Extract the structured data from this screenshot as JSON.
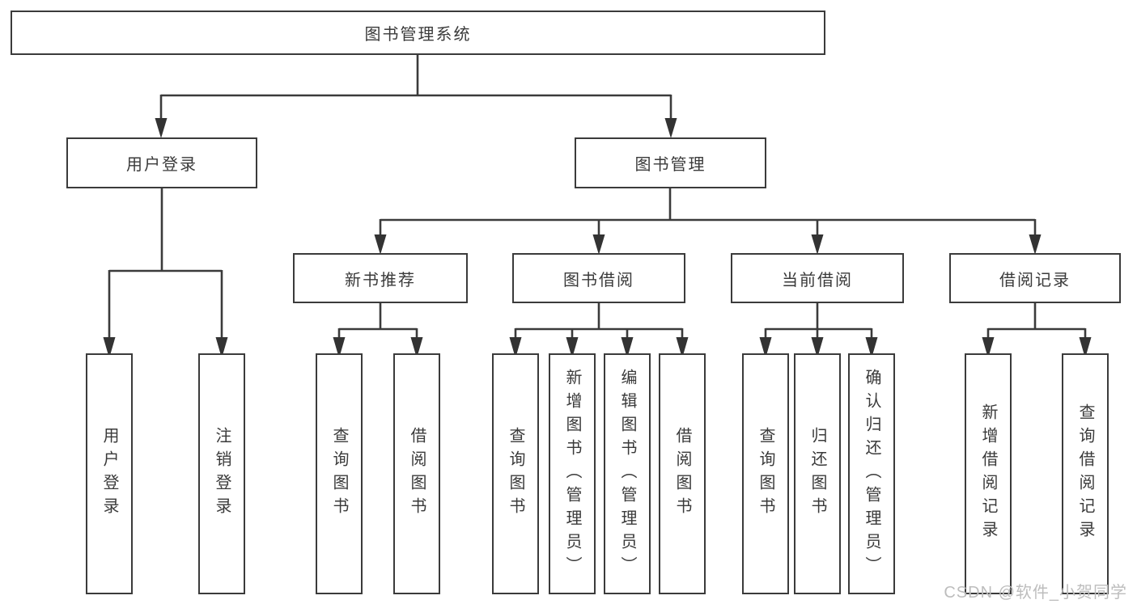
{
  "diagram": {
    "root": {
      "label": "图书管理系统"
    },
    "level2": [
      {
        "label": "用户登录"
      },
      {
        "label": "图书管理"
      }
    ],
    "level3": [
      {
        "label": "新书推荐"
      },
      {
        "label": "图书借阅"
      },
      {
        "label": "当前借阅"
      },
      {
        "label": "借阅记录"
      }
    ],
    "leaves": [
      {
        "label": "用户登录"
      },
      {
        "label": "注销登录"
      },
      {
        "label": "查询图书"
      },
      {
        "label": "借阅图书"
      },
      {
        "label": "查询图书"
      },
      {
        "label": "新增图书（管理员）"
      },
      {
        "label": "编辑图书（管理员）"
      },
      {
        "label": "借阅图书"
      },
      {
        "label": "查询图书"
      },
      {
        "label": "归还图书"
      },
      {
        "label": "确认归还（管理员）"
      },
      {
        "label": "新增借阅记录"
      },
      {
        "label": "查询借阅记录"
      }
    ]
  },
  "watermark": {
    "text": "CSDN @软件_小贺同学"
  },
  "colors": {
    "line": "#3b3b3b",
    "box_border": "#3b3b3b",
    "text": "#3a3a3a",
    "watermark": "#bdbdbd",
    "background": "#ffffff"
  }
}
